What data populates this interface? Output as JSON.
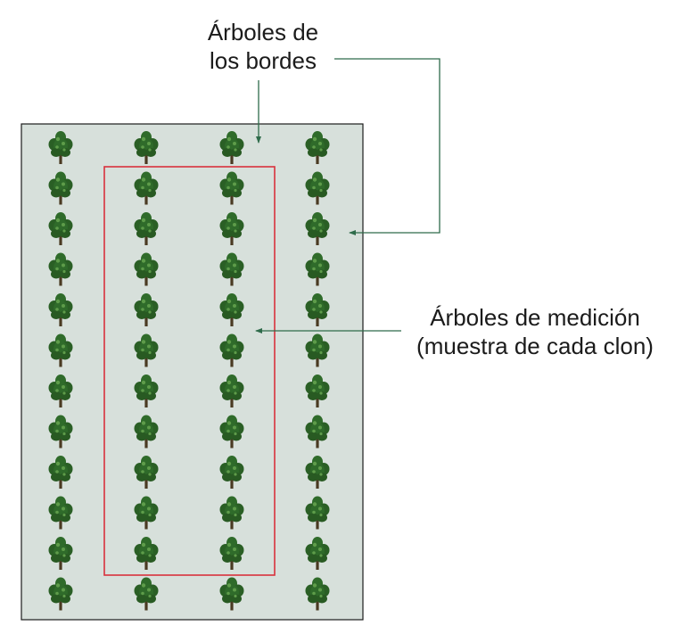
{
  "labels": {
    "border_trees": [
      "Árboles de",
      "los bordes"
    ],
    "measurement_trees": [
      "Árboles de medición",
      "(muestra de cada clon)"
    ]
  },
  "grid": {
    "columns": 4,
    "rows": 12,
    "measurement_columns": [
      1,
      2
    ],
    "measurement_rows": [
      1,
      10
    ]
  },
  "colors": {
    "plot_fill": "#d7e0db",
    "plot_border": "#1c1c1c",
    "measurement_box": "#d9313c",
    "arrow": "#2e6b4a",
    "tree_foliage": "#2f6b2a",
    "tree_foliage_light": "#5e9c4a",
    "tree_trunk": "#4a3a22"
  },
  "icons": {
    "tree": "tree-icon"
  }
}
